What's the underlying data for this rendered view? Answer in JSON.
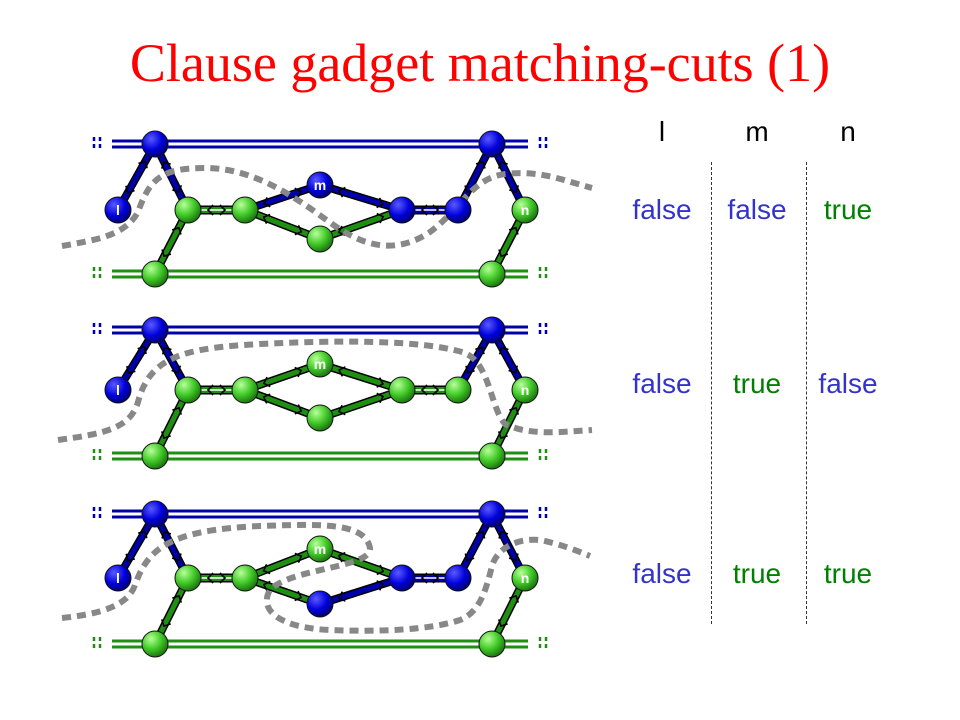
{
  "title": "Clause gadget matching-cuts (1)",
  "colors": {
    "title": "#ff0000",
    "false": "#3333cc",
    "true": "#008000",
    "blue_vertex": "#0000cc",
    "green_vertex": "#33cc33",
    "cut": "#888888"
  },
  "gadget_labels": {
    "l": "l",
    "m": "m",
    "n": "n"
  },
  "table": {
    "headers": [
      "l",
      "m",
      "n"
    ],
    "rows": [
      [
        "false",
        "false",
        "true"
      ],
      [
        "false",
        "true",
        "false"
      ],
      [
        "false",
        "true",
        "true"
      ]
    ]
  }
}
